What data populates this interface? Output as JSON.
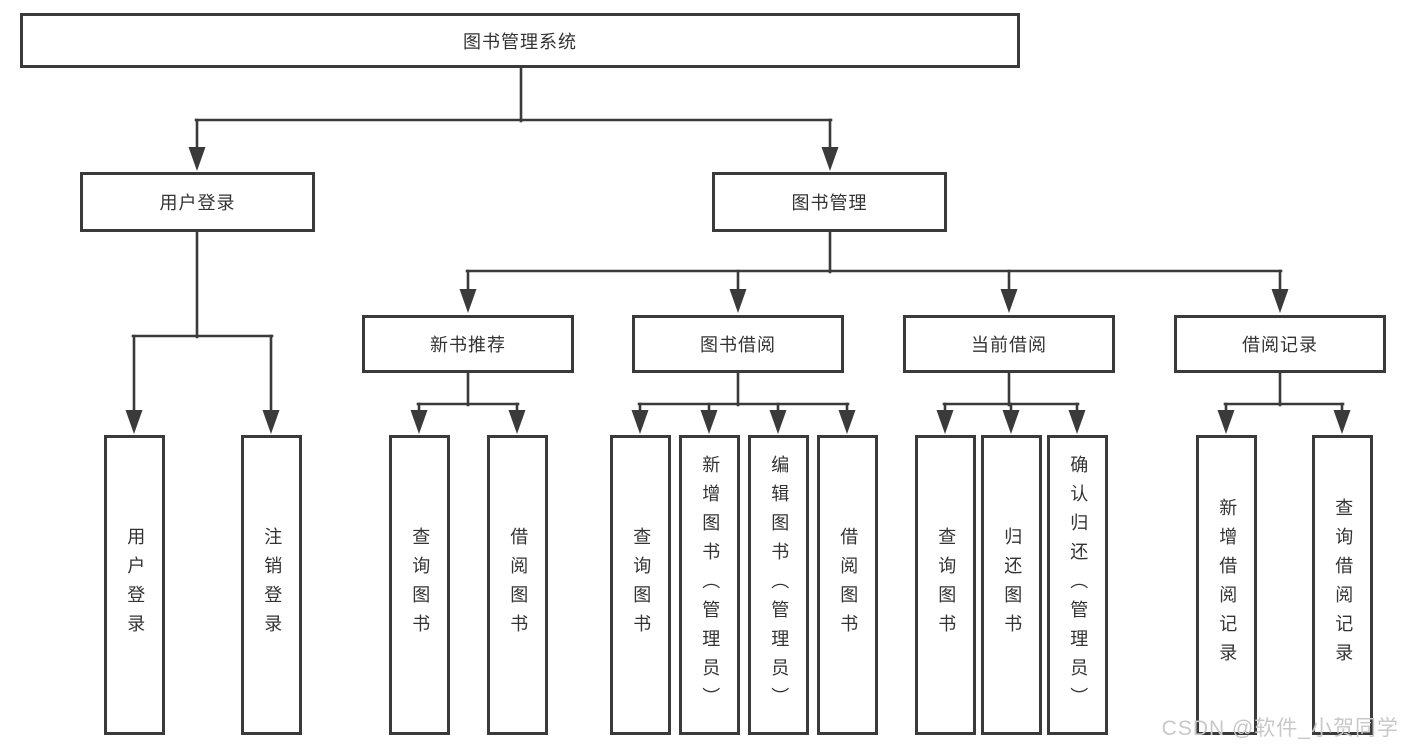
{
  "colors": {
    "line": "#3a3a3a",
    "box_border": "#3a3a3a",
    "text": "#333333",
    "background": "#ffffff",
    "watermark": "#c8c8c8"
  },
  "watermark": "CSDN @软件_小贺同学",
  "tree": {
    "root": "图书管理系统",
    "level2": {
      "user_login": "用户登录",
      "book_management": "图书管理"
    },
    "level3": {
      "new_book_recommend": "新书推荐",
      "book_borrow": "图书借阅",
      "current_borrow": "当前借阅",
      "borrow_records": "借阅记录"
    },
    "leaves": {
      "user_login": [
        "用户登录",
        "注销登录"
      ],
      "new_book_recommend": [
        "查询图书",
        "借阅图书"
      ],
      "book_borrow": [
        "查询图书",
        "新增图书（管理员）",
        "编辑图书（管理员）",
        "借阅图书"
      ],
      "current_borrow": [
        "查询图书",
        "归还图书",
        "确认归还（管理员）"
      ],
      "borrow_records": [
        "新增借阅记录",
        "查询借阅记录"
      ]
    }
  }
}
